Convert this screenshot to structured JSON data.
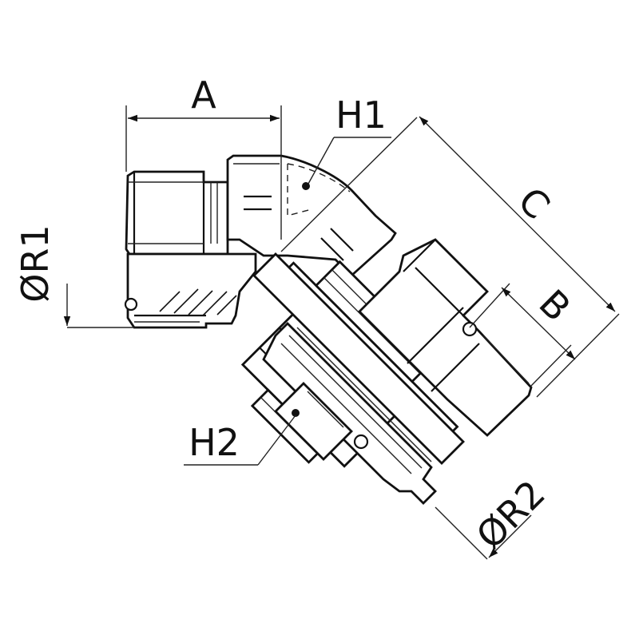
{
  "drawing": {
    "labels": {
      "A": "A",
      "H1": "H1",
      "C": "C",
      "B": "B",
      "R1": "ØR1",
      "H2": "H2",
      "R2": "ØR2"
    },
    "colors": {
      "line": "#111111",
      "background": "#ffffff"
    }
  }
}
